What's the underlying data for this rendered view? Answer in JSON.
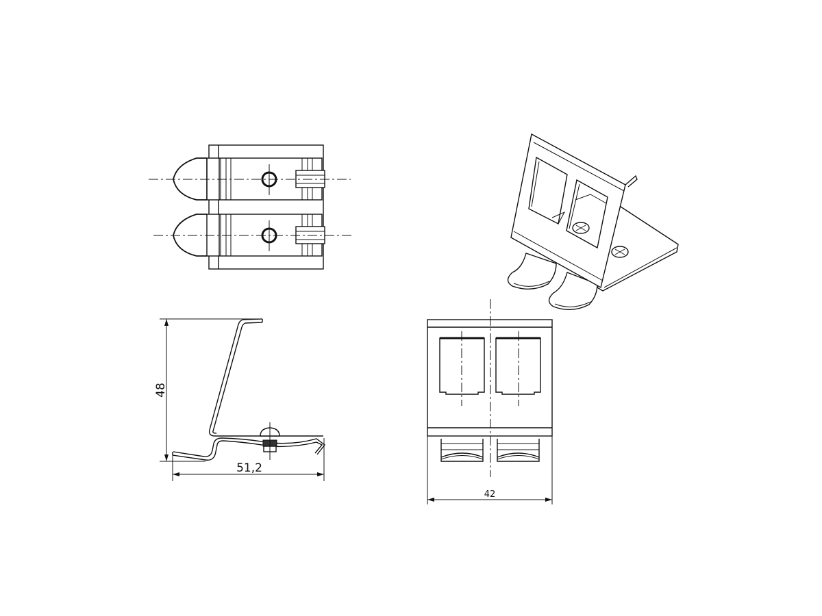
{
  "drawing": {
    "views": [
      "top-view",
      "side-view",
      "front-view",
      "isometric-view"
    ],
    "dimensions": {
      "height": "48",
      "depth": "51,2",
      "width": "42"
    },
    "colors": {
      "line": "#111111",
      "background": "#ffffff"
    }
  }
}
